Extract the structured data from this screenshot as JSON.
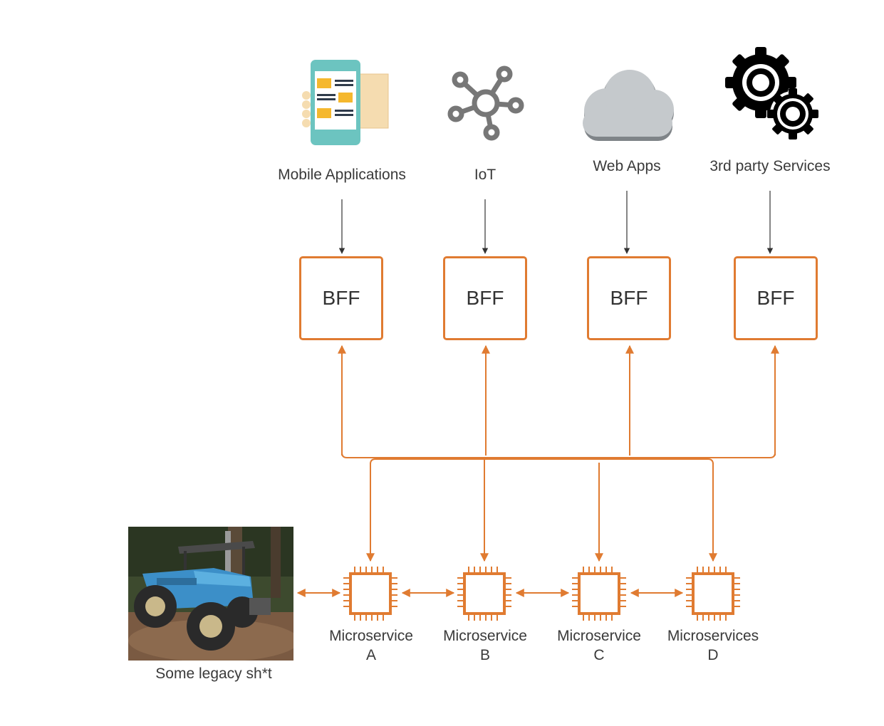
{
  "clients": [
    {
      "label": "Mobile Applications",
      "icon": "mobile-app-icon"
    },
    {
      "label": "IoT",
      "icon": "iot-network-icon"
    },
    {
      "label": "Web Apps",
      "icon": "cloud-icon"
    },
    {
      "label": "3rd party Services",
      "icon": "gears-icon"
    }
  ],
  "bffs": [
    {
      "label": "BFF"
    },
    {
      "label": "BFF"
    },
    {
      "label": "BFF"
    },
    {
      "label": "BFF"
    }
  ],
  "microservices": [
    {
      "line1": "Microservice",
      "line2": "A"
    },
    {
      "line1": "Microservice",
      "line2": "B"
    },
    {
      "line1": "Microservice",
      "line2": "C"
    },
    {
      "line1": "Microservices",
      "line2": "D"
    }
  ],
  "legacy": {
    "label": "Some legacy sh*t",
    "icon": "tractor-photo"
  },
  "colors": {
    "accent": "#e07b31",
    "dark_arrow": "#333333"
  }
}
